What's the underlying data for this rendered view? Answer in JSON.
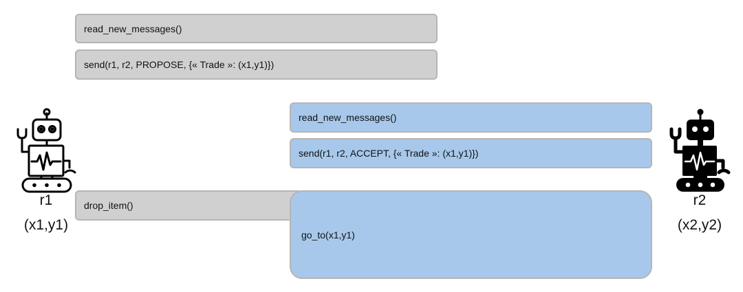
{
  "robots": {
    "r1": {
      "name": "r1",
      "coords": "(x1,y1)",
      "style": "outline"
    },
    "r2": {
      "name": "r2",
      "coords": "(x2,y2)",
      "style": "filled"
    }
  },
  "r1_actions": {
    "read": "read_new_messages()",
    "propose": "send(r1, r2, PROPOSE, {« Trade »: (x1,y1)})",
    "drop": "drop_item()"
  },
  "r2_actions": {
    "read": "read_new_messages()",
    "accept": "send(r1, r2, ACCEPT, {« Trade »: (x1,y1)})",
    "goto": "go_to(x1,y1)"
  },
  "colors": {
    "r1_box": "#d0d0d0",
    "r2_box": "#a7c8ea",
    "box_border": "#b5b5b5"
  }
}
